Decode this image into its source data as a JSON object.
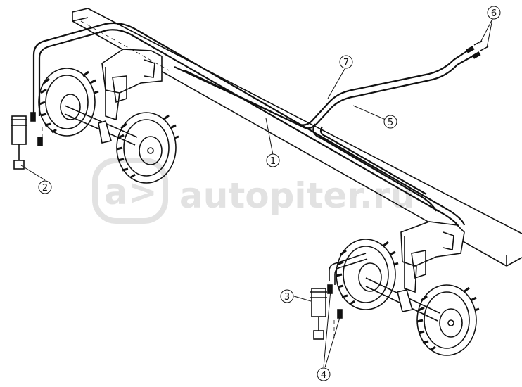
{
  "diagram": {
    "callouts": [
      {
        "id": "1",
        "label": "1"
      },
      {
        "id": "2",
        "label": "2"
      },
      {
        "id": "3",
        "label": "3"
      },
      {
        "id": "4",
        "label": "4"
      },
      {
        "id": "5",
        "label": "5"
      },
      {
        "id": "6",
        "label": "6"
      },
      {
        "id": "7",
        "label": "7"
      }
    ]
  },
  "watermark": {
    "logo_glyph": "a>",
    "text": "autopiter.ru"
  },
  "colors": {
    "line": "#111111",
    "watermark": "#e2e2e2",
    "background": "#ffffff"
  }
}
